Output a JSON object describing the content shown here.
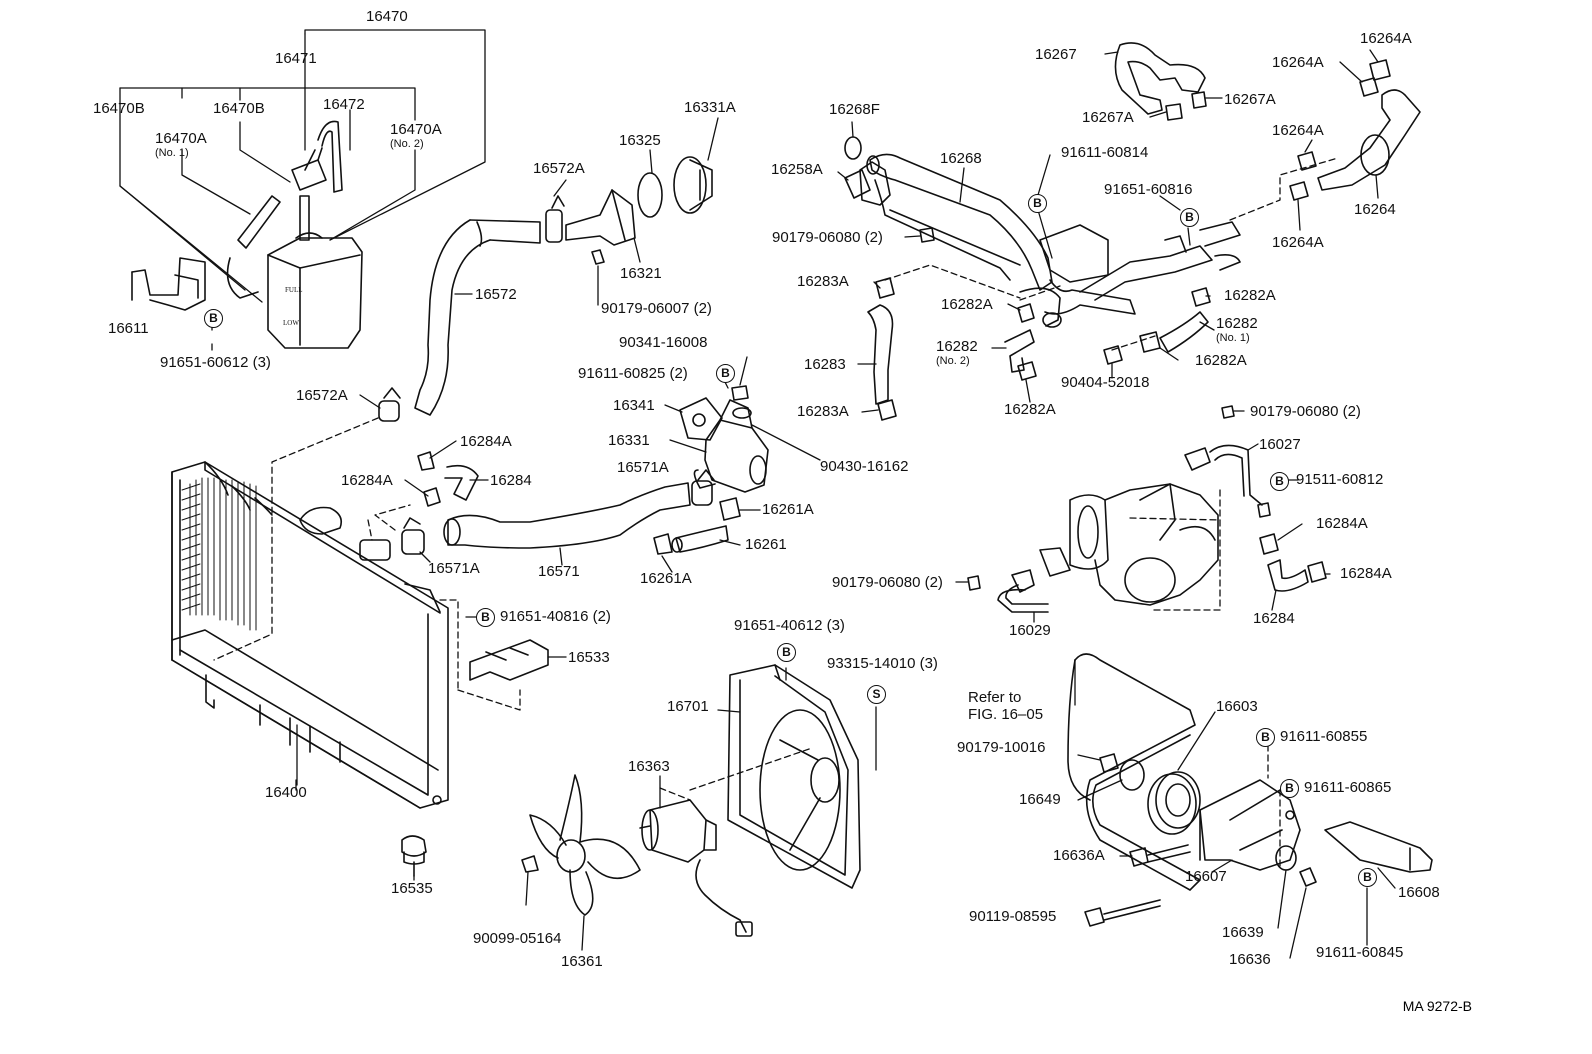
{
  "diagram": {
    "footer_code": "MA 9272-B",
    "badge_b": "B",
    "badge_s": "S",
    "labels": {
      "l16470": "16470",
      "l16471": "16471",
      "l16470B_left": "16470B",
      "l16470B_mid": "16470B",
      "l16472": "16472",
      "l16470A_no1": "16470A",
      "l16470A_no1_sub": "(No. 1)",
      "l16470A_no2": "16470A",
      "l16470A_no2_sub": "(No. 2)",
      "l16611": "16611",
      "l91651_60612": "91651-60612 (3)",
      "l16572A_top": "16572A",
      "l16325": "16325",
      "l16331A": "16331A",
      "l16321": "16321",
      "l90179_06007": "90179-06007 (2)",
      "l16572": "16572",
      "l16572A_bot": "16572A",
      "l90341_16008": "90341-16008",
      "l91611_60825": "91611-60825 (2)",
      "l16341": "16341",
      "l16331": "16331",
      "l90430_16162": "90430-16162",
      "l16571A_top": "16571A",
      "l16284A_a": "16284A",
      "l16284A_b": "16284A",
      "l16284_left": "16284",
      "l16261A_top": "16261A",
      "l16261": "16261",
      "l16261A_bot": "16261A",
      "l16571": "16571",
      "l16571A_bot": "16571A",
      "l91651_40816": "91651-40816 (2)",
      "l16533": "16533",
      "l16400": "16400",
      "l16535": "16535",
      "l91651_40612": "91651-40612 (3)",
      "l93315_14010": "93315-14010 (3)",
      "l16701": "16701",
      "l16363": "16363",
      "l90099_05164": "90099-05164",
      "l16361": "16361",
      "l16267": "16267",
      "l16267A_r": "16267A",
      "l16267A_l": "16267A",
      "l16264A_top": "16264A",
      "l16264A_2": "16264A",
      "l16264A_3": "16264A",
      "l16264A_4": "16264A",
      "l16264": "16264",
      "l16268F": "16268F",
      "l16268": "16268",
      "l91611_60814": "91611-60814",
      "l16258A": "16258A",
      "l91651_60816": "91651-60816",
      "l90179_06080_a": "90179-06080 (2)",
      "l16283A_top": "16283A",
      "l16282A_a": "16282A",
      "l16282A_b": "16282A",
      "l16282_no1": "16282",
      "l16282_no1_sub": "(No. 1)",
      "l16283": "16283",
      "l16282_no2": "16282",
      "l16282_no2_sub": "(No. 2)",
      "l90404_52018": "90404-52018",
      "l16282A_c": "16282A",
      "l16283A_bot": "16283A",
      "l16282A_d": "16282A",
      "l90179_06080_b": "90179-06080 (2)",
      "l16027": "16027",
      "l91511_60812": "91511-60812",
      "l16284A_c": "16284A",
      "l16284A_d": "16284A",
      "l16284_right": "16284",
      "l90179_06080_c": "90179-06080 (2)",
      "l16029": "16029",
      "l_refer1": "Refer to",
      "l_refer2": "FIG. 16–05",
      "l16603": "16603",
      "l91611_60855": "91611-60855",
      "l90179_10016": "90179-10016",
      "l91611_60865": "91611-60865",
      "l16649": "16649",
      "l16636A": "16636A",
      "l16607": "16607",
      "l16608": "16608",
      "l90119_08595": "90119-08595",
      "l16639": "16639",
      "l16636": "16636",
      "l91611_60845": "91611-60845"
    }
  }
}
